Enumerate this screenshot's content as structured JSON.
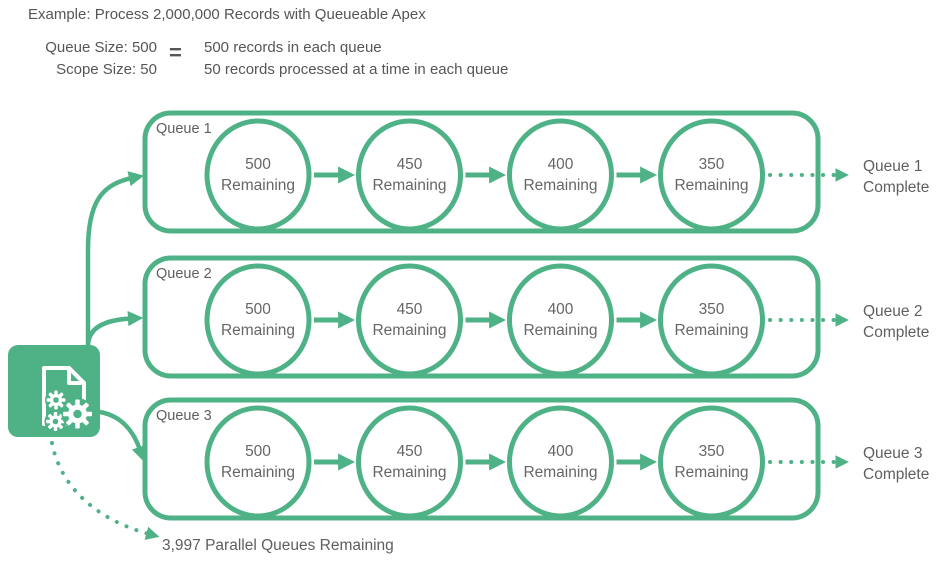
{
  "title": "Example: Process 2,000,000 Records with Queueable Apex",
  "legend": {
    "queue_size": "Queue Size: 500",
    "scope_size": "Scope Size: 50",
    "equals": "=",
    "queue_size_meaning": "500 records in each queue",
    "scope_size_meaning": "50 records processed at a time in each queue"
  },
  "step_word": "Remaining",
  "queues": [
    {
      "label": "Queue 1",
      "step_values": [
        "500",
        "450",
        "400",
        "350"
      ],
      "complete_lines": [
        "Queue 1",
        "Complete"
      ]
    },
    {
      "label": "Queue 2",
      "step_values": [
        "500",
        "450",
        "400",
        "350"
      ],
      "complete_lines": [
        "Queue 2",
        "Complete"
      ]
    },
    {
      "label": "Queue 3",
      "step_values": [
        "500",
        "450",
        "400",
        "350"
      ],
      "complete_lines": [
        "Queue 3",
        "Complete"
      ]
    }
  ],
  "bottom_note": "3,997 Parallel Queues Remaining",
  "icon": "document-gears-icon",
  "colors": {
    "green": "#4FB286",
    "text_dark": "#565656",
    "text_gray": "#666666",
    "background": "#ffffff"
  }
}
